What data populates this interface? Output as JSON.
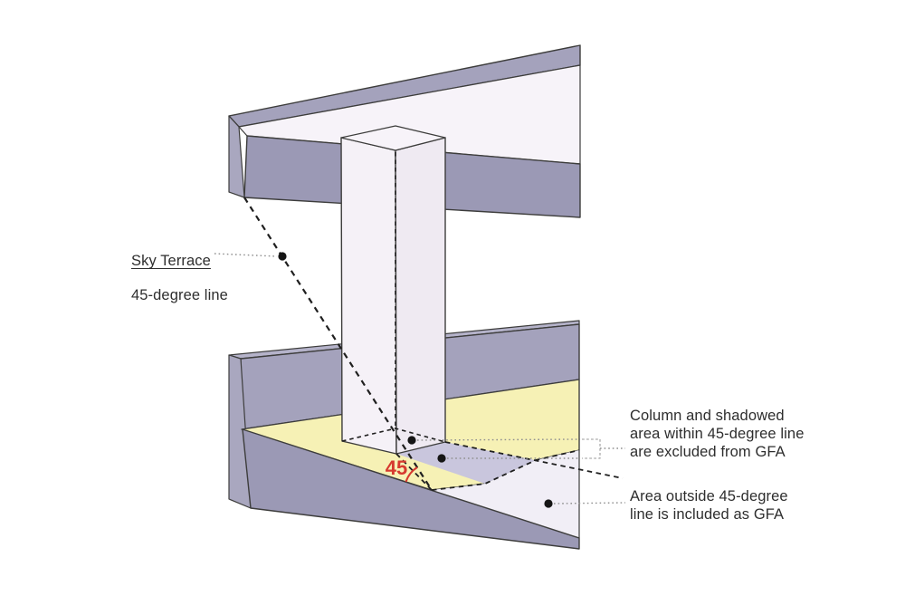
{
  "diagram": {
    "title": "Sky terrace 45-degree line GFA diagram",
    "angle_label": "45"
  },
  "labels": {
    "sky_terrace_line1": "Sky Terrace",
    "sky_terrace_line2": "45-degree line",
    "excluded_note": "Column and shadowed\narea within 45-degree line\nare excluded from GFA",
    "included_note": "Area outside 45-degree\nline is included as GFA"
  },
  "colors": {
    "slab_top": "#a4a2bc",
    "slab_underside": "#f7f3f9",
    "slab_fascia": "#9b99b5",
    "slab_cut": "#a9a7bf",
    "parapet_top": "#b5b3ca",
    "parapet_inner": "#a4a2bc",
    "floor_yellow": "#f6f1b5",
    "floor_white": "#f1eef6",
    "shadow_area": "#c9c6dd",
    "column_left": "#f5f1f7",
    "column_right": "#efeaf2",
    "column_top": "#f7f3f9",
    "outline": "#3d3d3c",
    "dash_line": "#1f1f1f",
    "leader": "#8f8f8f",
    "accent_red": "#d63a2f",
    "text": "#2e2e2e"
  }
}
